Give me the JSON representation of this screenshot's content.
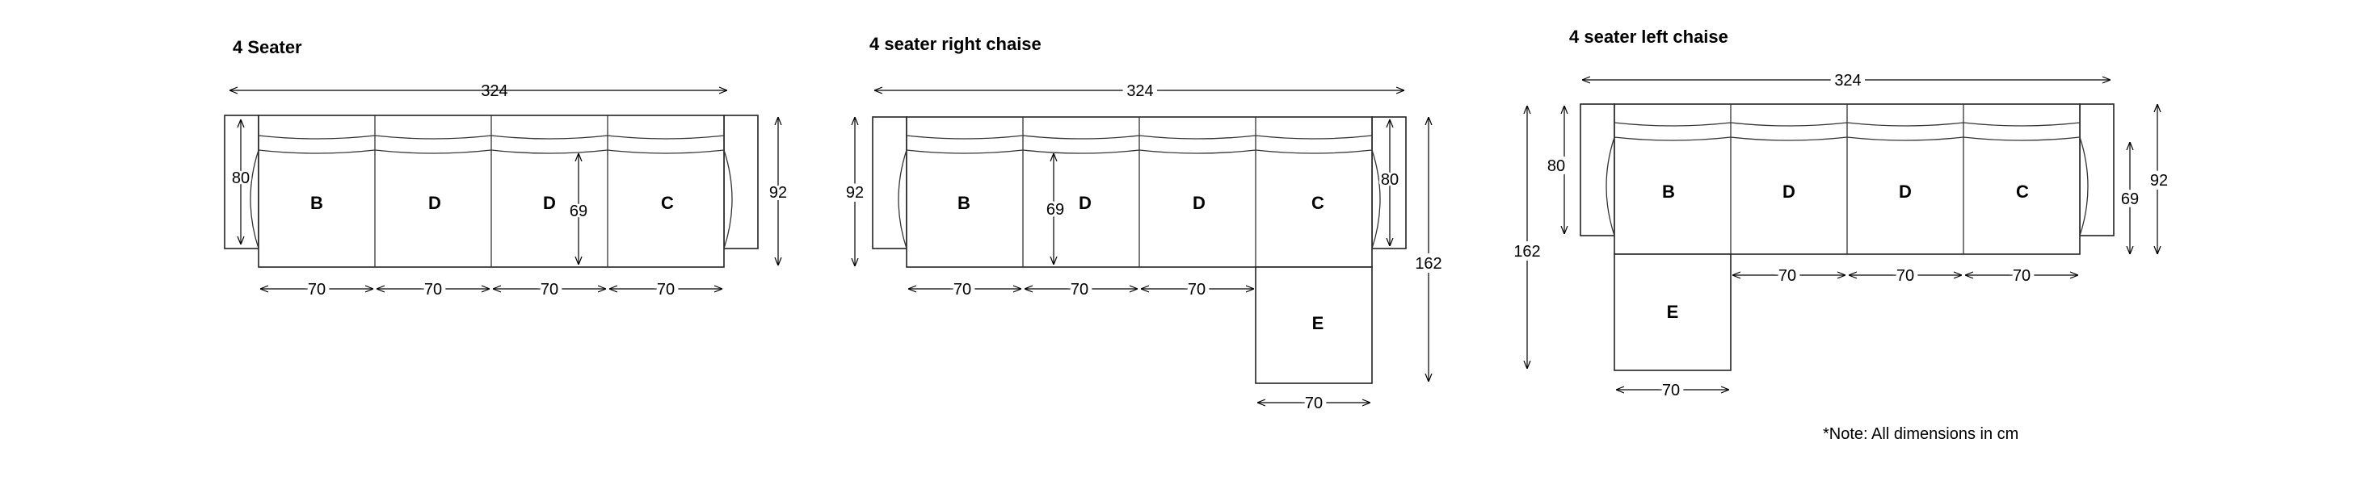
{
  "note": "*Note: All dimensions in cm",
  "diagrams": [
    {
      "title": "4 Seater",
      "overall_width": "324",
      "depth_total": "92",
      "arm_depth": "80",
      "seat_depth": "69",
      "seats": [
        "B",
        "D",
        "D",
        "C"
      ],
      "seat_widths": [
        "70",
        "70",
        "70",
        "70"
      ]
    },
    {
      "title": "4 seater right chaise",
      "overall_width": "324",
      "depth_total": "92",
      "arm_depth": "80",
      "seat_depth": "69",
      "chaise_depth": "162",
      "seats": [
        "B",
        "D",
        "D",
        "C"
      ],
      "chaise_seat": "E",
      "seat_widths": [
        "70",
        "70",
        "70"
      ],
      "chaise_width": "70"
    },
    {
      "title": "4 seater left chaise",
      "overall_width": "324",
      "depth_total": "92",
      "arm_depth": "80",
      "seat_depth": "69",
      "chaise_depth": "162",
      "seats": [
        "B",
        "D",
        "D",
        "C"
      ],
      "chaise_seat": "E",
      "seat_widths": [
        "70",
        "70",
        "70"
      ],
      "chaise_width": "70"
    }
  ]
}
